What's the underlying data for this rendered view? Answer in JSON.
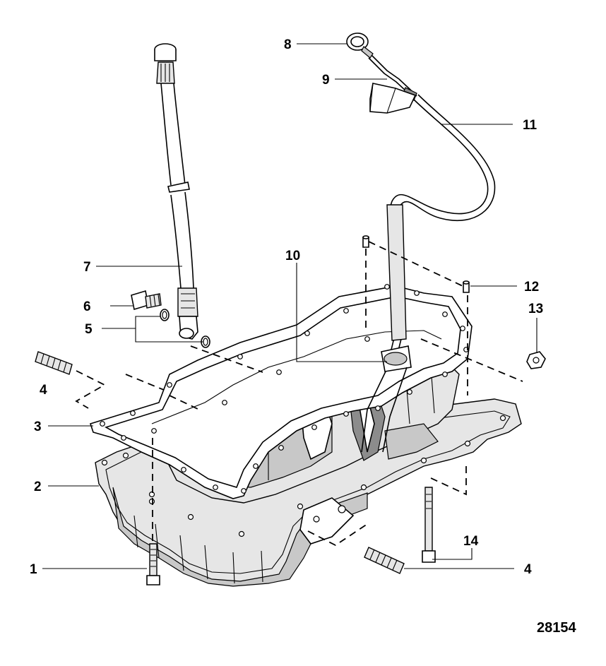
{
  "diagram": {
    "figure_number": "28154",
    "callouts": [
      {
        "id": "c1",
        "text": "1"
      },
      {
        "id": "c2",
        "text": "2"
      },
      {
        "id": "c3",
        "text": "3"
      },
      {
        "id": "c4a",
        "text": "4"
      },
      {
        "id": "c4b",
        "text": "4"
      },
      {
        "id": "c5",
        "text": "5"
      },
      {
        "id": "c6",
        "text": "6"
      },
      {
        "id": "c7",
        "text": "7"
      },
      {
        "id": "c8",
        "text": "8"
      },
      {
        "id": "c9",
        "text": "9"
      },
      {
        "id": "c10",
        "text": "10"
      },
      {
        "id": "c11",
        "text": "11"
      },
      {
        "id": "c12",
        "text": "12"
      },
      {
        "id": "c13",
        "text": "13"
      },
      {
        "id": "c14",
        "text": "14"
      }
    ]
  }
}
